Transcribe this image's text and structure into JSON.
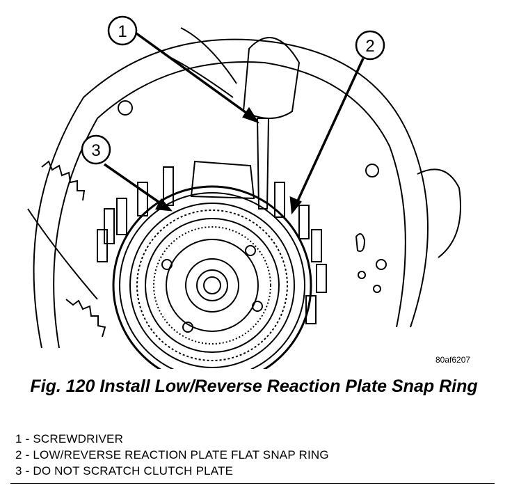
{
  "figure": {
    "callouts": [
      {
        "number": "1"
      },
      {
        "number": "2"
      },
      {
        "number": "3"
      }
    ],
    "figure_id": "80af6207"
  },
  "caption": "Fig. 120 Install Low/Reverse Reaction Plate Snap Ring",
  "legend": [
    "1 - SCREWDRIVER",
    "2 - LOW/REVERSE REACTION PLATE FLAT SNAP RING",
    "3 - DO NOT SCRATCH CLUTCH PLATE"
  ]
}
